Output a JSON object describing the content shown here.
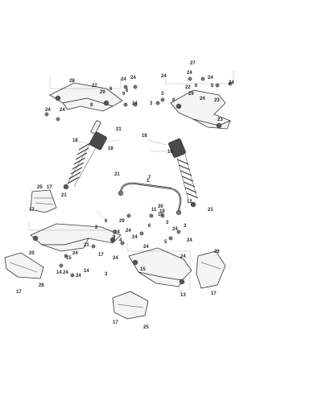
{
  "diagram": {
    "callouts": [
      "28",
      "22",
      "29",
      "24",
      "6",
      "3",
      "8",
      "9",
      "10",
      "11",
      "12",
      "13",
      "14",
      "15",
      "16",
      "17",
      "18",
      "19",
      "20",
      "21",
      "23",
      "25",
      "26",
      "27",
      "30",
      "1",
      "7",
      "2",
      "4",
      "5"
    ]
  }
}
